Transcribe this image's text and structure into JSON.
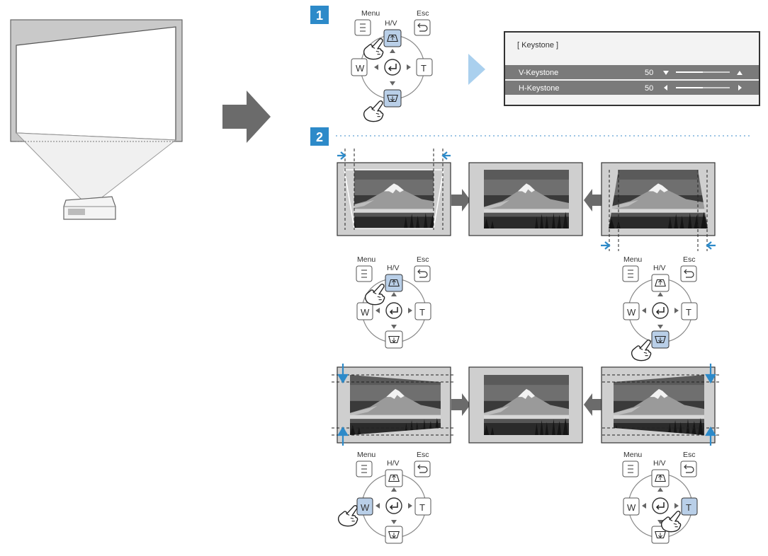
{
  "colors": {
    "accent_blue": "#2d8ac9",
    "button_highlight": "#b9cfe8",
    "arrow_gray": "#6b6b6b",
    "menu_bar_bg": "#7a7a7a",
    "panel_border": "#4a4a4a",
    "screen_frame": "#cfcfcf"
  },
  "steps": [
    {
      "number": "1"
    },
    {
      "number": "2"
    }
  ],
  "remote": {
    "menu_label": "Menu",
    "esc_label": "Esc",
    "hv_label": "H/V",
    "w_label": "W",
    "t_label": "T",
    "icons": [
      "menu-icon",
      "return-icon",
      "keystone-up-icon",
      "keystone-down-icon",
      "enter-icon"
    ]
  },
  "keystone_menu": {
    "title": "[ Keystone ]",
    "rows": [
      {
        "label": "V-Keystone",
        "value": "50",
        "left_icon": "triangle-down-icon",
        "right_icon": "triangle-up-icon"
      },
      {
        "label": "H-Keystone",
        "value": "50",
        "left_icon": "triangle-left-icon",
        "right_icon": "triangle-right-icon"
      }
    ]
  },
  "correction_examples": [
    {
      "id": "vertical-top-wide",
      "pressed": "up"
    },
    {
      "id": "vertical-bottom-wide",
      "pressed": "down"
    },
    {
      "id": "horizontal-right-tall",
      "pressed": "W"
    },
    {
      "id": "horizontal-left-tall",
      "pressed": "T"
    }
  ]
}
